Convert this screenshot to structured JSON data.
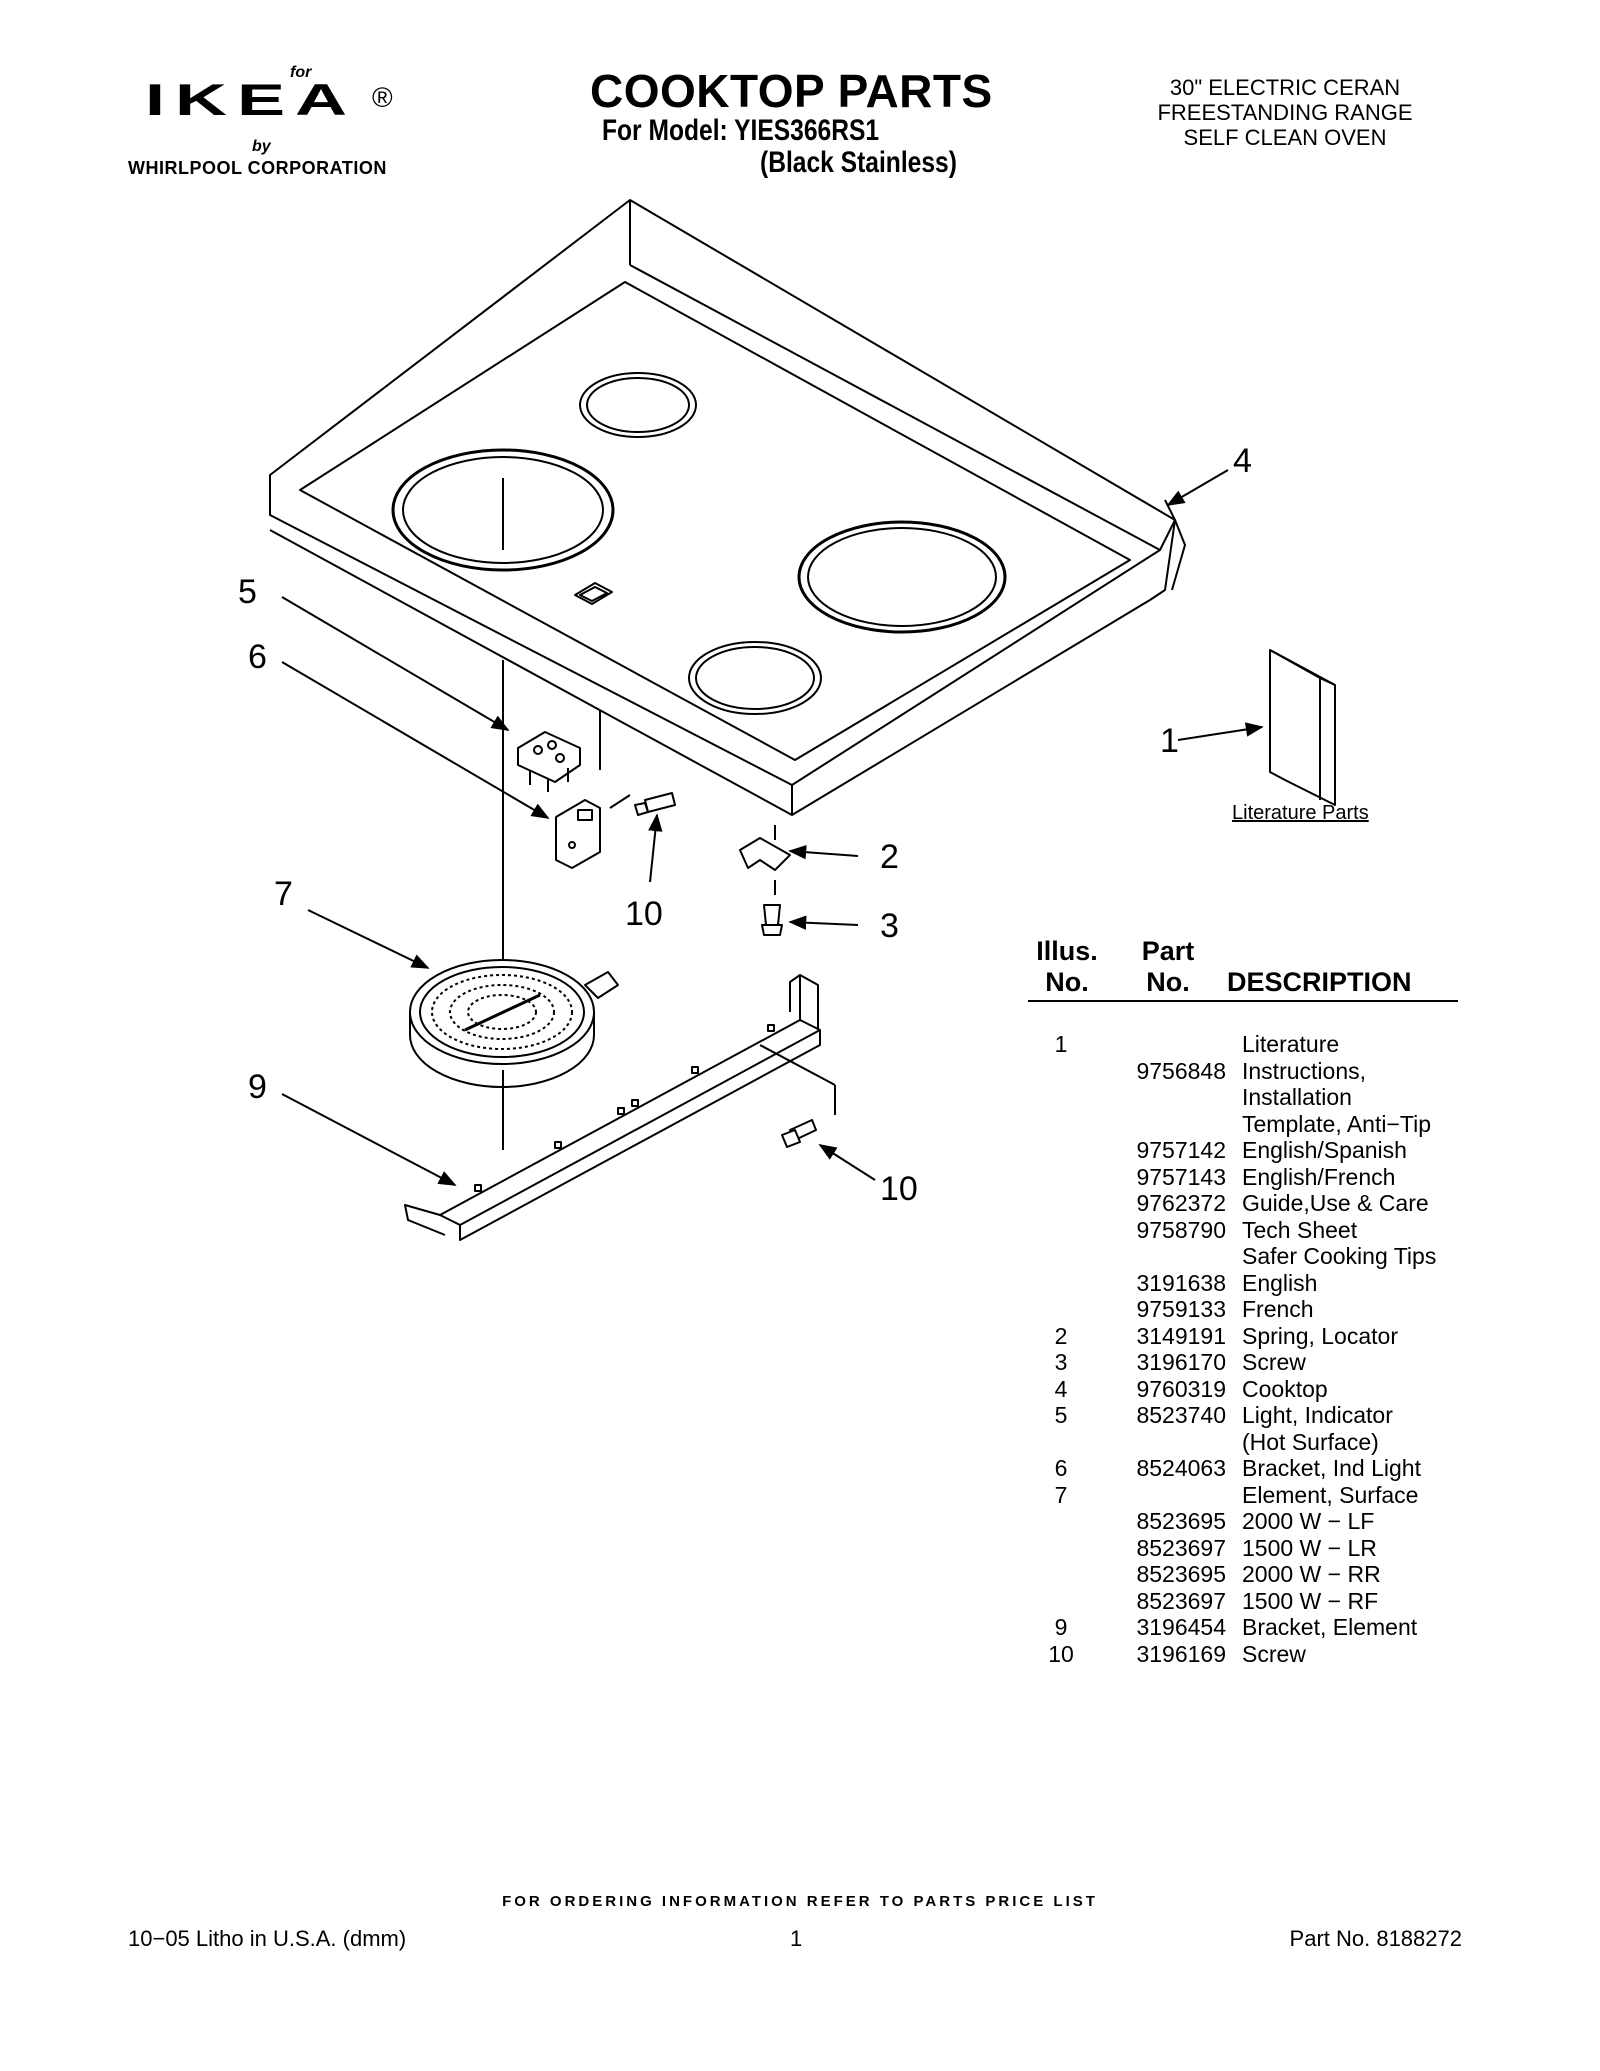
{
  "brand": {
    "for_label": "for",
    "logo": "IKEA",
    "registered": "®",
    "by_label": "by",
    "corporation": "WHIRLPOOL  CORPORATION"
  },
  "header": {
    "title": "COOKTOP PARTS",
    "model_line": "For Model: YIES366RS1",
    "variant": "(Black Stainless)",
    "specs": [
      "30\" ELECTRIC CERAN",
      "FREESTANDING RANGE",
      "SELF CLEAN OVEN"
    ]
  },
  "diagram": {
    "callouts": [
      "1",
      "2",
      "3",
      "4",
      "5",
      "6",
      "7",
      "9",
      "10",
      "10"
    ],
    "literature_label": "Literature Parts"
  },
  "table": {
    "headers": {
      "illus_line1": "Illus.",
      "illus_line2": "No.",
      "part_line1": "Part",
      "part_line2": "No.",
      "description": "DESCRIPTION"
    },
    "rows": [
      {
        "illus": "1",
        "part": "",
        "desc": "Literature"
      },
      {
        "illus": "",
        "part": "9756848",
        "desc": "Instructions,"
      },
      {
        "illus": "",
        "part": "",
        "desc": "Installation"
      },
      {
        "illus": "",
        "part": "",
        "desc": "Template, Anti−Tip"
      },
      {
        "illus": "",
        "part": "9757142",
        "desc": "English/Spanish"
      },
      {
        "illus": "",
        "part": "9757143",
        "desc": "English/French"
      },
      {
        "illus": "",
        "part": "9762372",
        "desc": "Guide,Use & Care"
      },
      {
        "illus": "",
        "part": "9758790",
        "desc": "Tech Sheet"
      },
      {
        "illus": "",
        "part": "",
        "desc": "Safer Cooking Tips"
      },
      {
        "illus": "",
        "part": "3191638",
        "desc": "English"
      },
      {
        "illus": "",
        "part": "9759133",
        "desc": "French"
      },
      {
        "illus": "2",
        "part": "3149191",
        "desc": "Spring, Locator"
      },
      {
        "illus": "3",
        "part": "3196170",
        "desc": "Screw"
      },
      {
        "illus": "4",
        "part": "9760319",
        "desc": "Cooktop"
      },
      {
        "illus": "5",
        "part": "8523740",
        "desc": "Light, Indicator"
      },
      {
        "illus": "",
        "part": "",
        "desc": "(Hot Surface)"
      },
      {
        "illus": "6",
        "part": "8524063",
        "desc": "Bracket, Ind Light"
      },
      {
        "illus": "7",
        "part": "",
        "desc": "Element, Surface"
      },
      {
        "illus": "",
        "part": "8523695",
        "desc": "2000 W − LF"
      },
      {
        "illus": "",
        "part": "8523697",
        "desc": "1500 W − LR"
      },
      {
        "illus": "",
        "part": "8523695",
        "desc": "2000 W − RR"
      },
      {
        "illus": "",
        "part": "8523697",
        "desc": "1500 W − RF"
      },
      {
        "illus": "9",
        "part": "3196454",
        "desc": "Bracket, Element"
      },
      {
        "illus": "10",
        "part": "3196169",
        "desc": "Screw"
      }
    ]
  },
  "footer": {
    "ordering": "FOR ORDERING INFORMATION REFER TO PARTS PRICE LIST",
    "litho": "10−05 Litho in U.S.A. (dmm)",
    "page": "1",
    "part_no": "Part No. 8188272"
  }
}
